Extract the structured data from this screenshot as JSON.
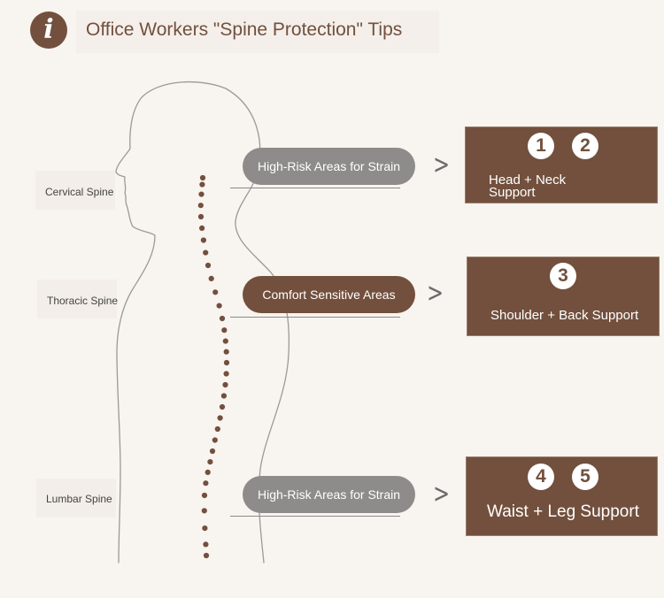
{
  "header": {
    "title": "Office Workers \"Spine Protection\" Tips",
    "icon": "info-icon",
    "icon_glyph": "i"
  },
  "spine_labels": {
    "cervical": "Cervical Spine",
    "thoracic": "Thoracic Spine",
    "lumbar": "Lumbar Spine"
  },
  "pills": {
    "cervical": "High-Risk Areas for Strain",
    "thoracic": "Comfort Sensitive Areas",
    "lumbar": "High-Risk Areas for Strain"
  },
  "cards": {
    "head_neck": {
      "numbers": [
        "1",
        "2"
      ],
      "line1": "Head + Neck",
      "line2": "Support"
    },
    "shoulder_back": {
      "numbers": [
        "3"
      ],
      "label": "Shoulder + Back Support"
    },
    "waist_leg": {
      "numbers": [
        "4",
        "5"
      ],
      "label": "Waist + Leg Support"
    }
  },
  "colors": {
    "brand_brown": "#72503d",
    "pill_grey": "#8e8c8a",
    "background": "#f8f4f0"
  }
}
